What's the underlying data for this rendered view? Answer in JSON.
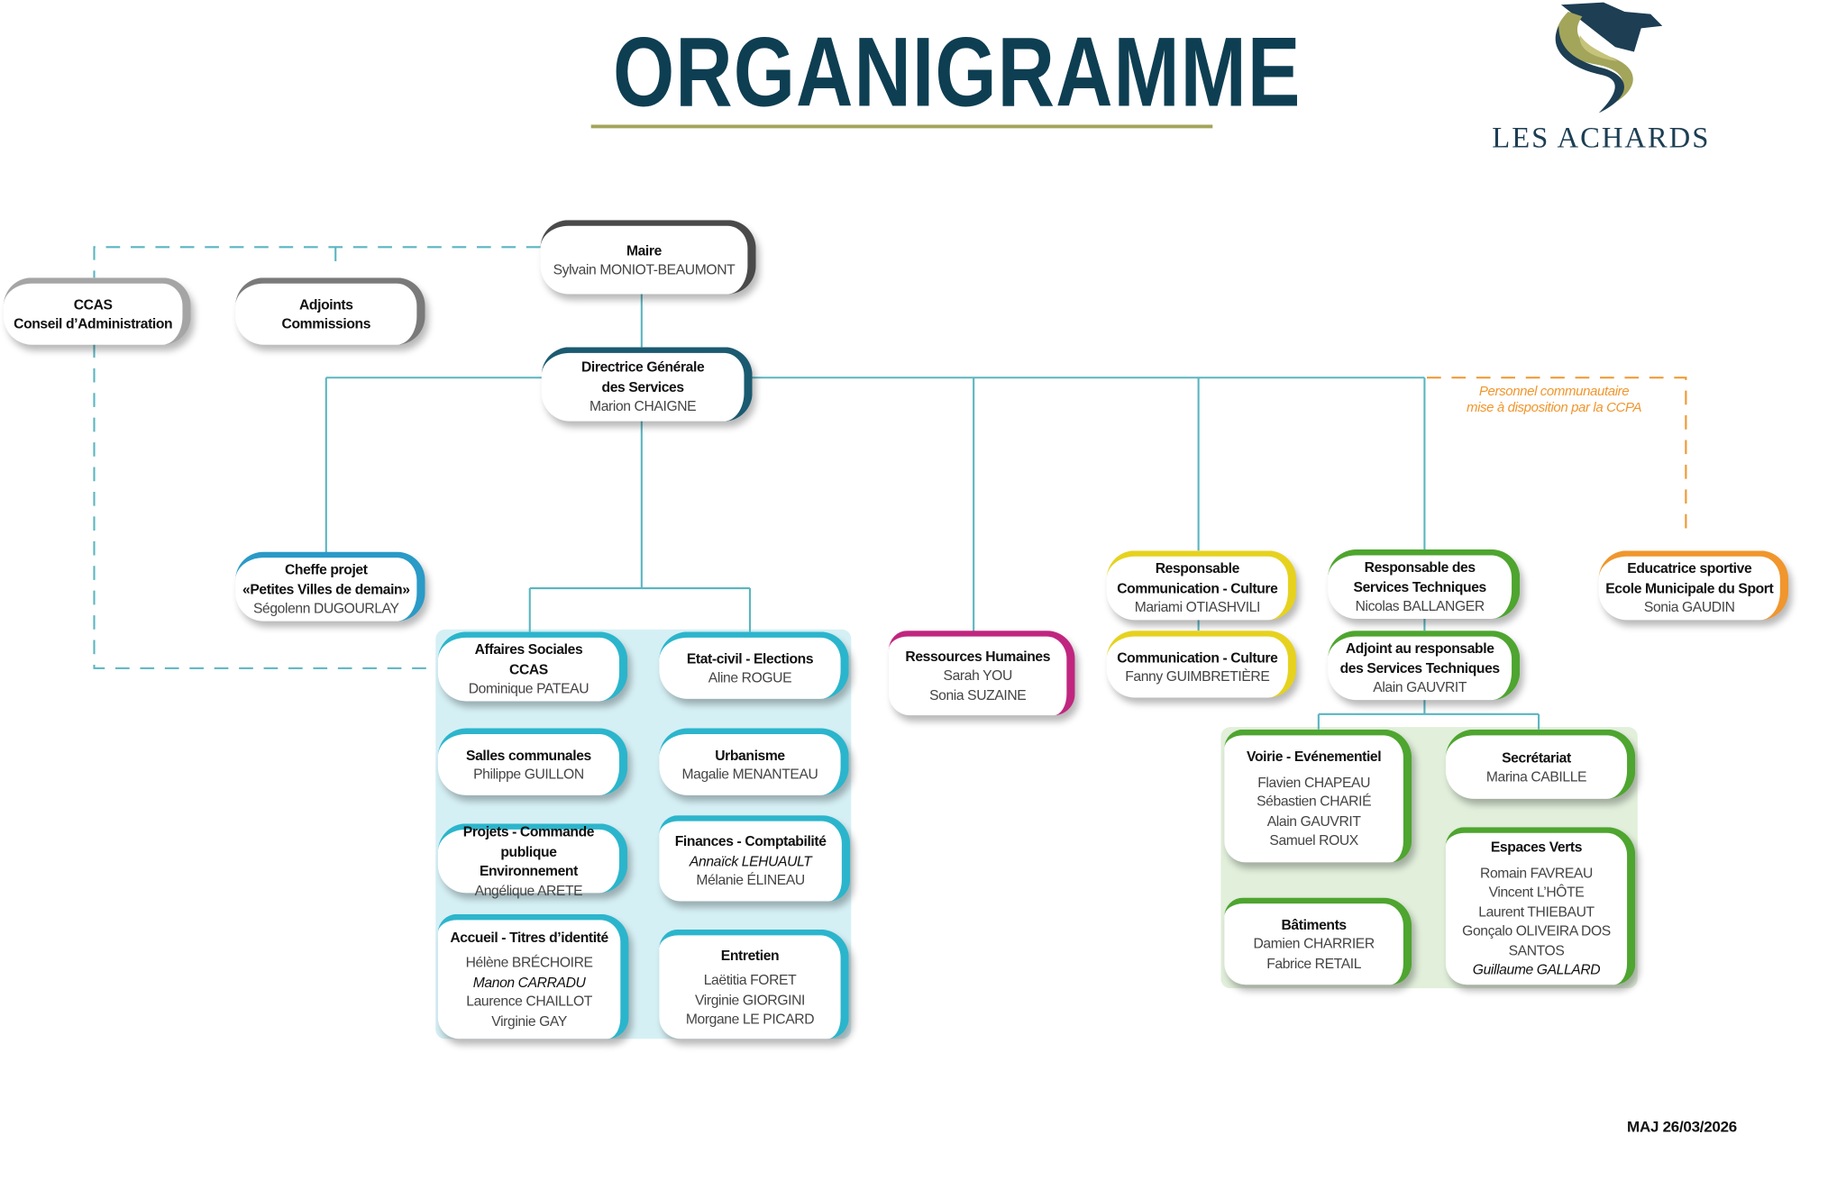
{
  "header": {
    "title": "ORGANIGRAMME",
    "logo_text": "LES ACHARDS"
  },
  "colors": {
    "line": "#5ab5c0",
    "ccpa": "#f0962d",
    "title": "#0e3e52",
    "services_bg": "#d5f0f5",
    "technique_bg": "#e1efdb"
  },
  "note": {
    "line1": "Personnel communautaire",
    "line2": "mise à disposition par la CCPA"
  },
  "update": "MAJ 26/03/2026",
  "boxes": [
    {
      "id": "maire",
      "color": "#4a4a4a",
      "titles": [
        "Maire"
      ],
      "names": [
        {
          "text": "Sylvain MONIOT-BEAUMONT"
        }
      ]
    },
    {
      "id": "ccas-ca",
      "color": "#a5a5a5",
      "titles": [
        "CCAS",
        "Conseil d’Administration"
      ],
      "names": []
    },
    {
      "id": "adjoints",
      "color": "#7a7a7a",
      "titles": [
        "Adjoints",
        "Commissions"
      ],
      "names": []
    },
    {
      "id": "dgs",
      "color": "#1b5a70",
      "titles": [
        "Directrice Générale",
        "des Services"
      ],
      "names": [
        {
          "text": "Marion CHAIGNE"
        }
      ]
    },
    {
      "id": "cheffe-projet",
      "color": "#2a9ac7",
      "titles": [
        "Cheffe projet",
        "«Petites Villes de demain»"
      ],
      "names": [
        {
          "text": "Ségolenn DUGOURLAY"
        }
      ]
    },
    {
      "id": "affaires-sociales",
      "color": "#2bb5cc",
      "titles": [
        "Affaires Sociales",
        "CCAS"
      ],
      "names": [
        {
          "text": "Dominique PATEAU"
        }
      ]
    },
    {
      "id": "etat-civil",
      "color": "#2bb5cc",
      "titles": [
        "Etat-civil - Elections"
      ],
      "names": [
        {
          "text": "Aline ROGUE"
        }
      ]
    },
    {
      "id": "salles",
      "color": "#2bb5cc",
      "titles": [
        "Salles communales"
      ],
      "names": [
        {
          "text": "Philippe GUILLON"
        }
      ]
    },
    {
      "id": "urbanisme",
      "color": "#2bb5cc",
      "titles": [
        "Urbanisme"
      ],
      "names": [
        {
          "text": "Magalie MENANTEAU"
        }
      ]
    },
    {
      "id": "projets",
      "color": "#2bb5cc",
      "titles": [
        "Projets - Commande publique",
        "Environnement"
      ],
      "names": [
        {
          "text": "Angélique ARETE"
        }
      ]
    },
    {
      "id": "finances",
      "color": "#2bb5cc",
      "titles": [
        "Finances - Comptabilité"
      ],
      "names": [
        {
          "text": "Annaïck LEHUAULT",
          "italic": true
        },
        {
          "text": "Mélanie ÉLINEAU"
        }
      ]
    },
    {
      "id": "accueil",
      "color": "#2bb5cc",
      "titles": [
        "Accueil - Titres d’identité"
      ],
      "gap": true,
      "names": [
        {
          "text": "Hélène BRÉCHOIRE"
        },
        {
          "text": "Manon CARRADU",
          "italic": true
        },
        {
          "text": "Laurence CHAILLOT"
        },
        {
          "text": "Virginie GAY"
        }
      ]
    },
    {
      "id": "entretien",
      "color": "#2bb5cc",
      "titles": [
        "Entretien"
      ],
      "gap": true,
      "names": [
        {
          "text": "Laëtitia FORET"
        },
        {
          "text": "Virginie GIORGINI"
        },
        {
          "text": "Morgane LE PICARD"
        }
      ]
    },
    {
      "id": "rh",
      "color": "#c0267f",
      "titles": [
        "Ressources Humaines"
      ],
      "names": [
        {
          "text": "Sarah YOU"
        },
        {
          "text": "Sonia SUZAINE"
        }
      ]
    },
    {
      "id": "resp-communication",
      "color": "#e6d21e",
      "titles": [
        "Responsable",
        "Communication - Culture"
      ],
      "names": [
        {
          "text": "Mariami OTIASHVILI"
        }
      ]
    },
    {
      "id": "communication",
      "color": "#e6d21e",
      "titles": [
        "Communication - Culture"
      ],
      "names": [
        {
          "text": "Fanny GUIMBRETIÈRE"
        }
      ]
    },
    {
      "id": "resp-st",
      "color": "#4ea52f",
      "titles": [
        "Responsable des",
        "Services Techniques"
      ],
      "names": [
        {
          "text": "Nicolas BALLANGER"
        }
      ]
    },
    {
      "id": "adjoint-st",
      "color": "#4ea52f",
      "titles": [
        "Adjoint au responsable",
        "des Services Techniques"
      ],
      "names": [
        {
          "text": "Alain GAUVRIT"
        }
      ]
    },
    {
      "id": "educatrice",
      "color": "#f0962d",
      "titles": [
        "Educatrice sportive",
        "Ecole Municipale du Sport"
      ],
      "names": [
        {
          "text": "Sonia GAUDIN"
        }
      ]
    },
    {
      "id": "voirie",
      "color": "#4ea52f",
      "titles": [
        "Voirie - Evénementiel"
      ],
      "gap": true,
      "names": [
        {
          "text": "Flavien CHAPEAU"
        },
        {
          "text": "Sébastien CHARIÉ"
        },
        {
          "text": "Alain GAUVRIT"
        },
        {
          "text": "Samuel ROUX"
        }
      ]
    },
    {
      "id": "secretariat",
      "color": "#4ea52f",
      "titles": [
        "Secrétariat"
      ],
      "names": [
        {
          "text": "Marina CABILLE"
        }
      ]
    },
    {
      "id": "batiments",
      "color": "#4ea52f",
      "titles": [
        "Bâtiments"
      ],
      "names": [
        {
          "text": "Damien CHARRIER"
        },
        {
          "text": "Fabrice RETAIL"
        }
      ]
    },
    {
      "id": "espaces-verts",
      "color": "#4ea52f",
      "titles": [
        "Espaces Verts"
      ],
      "gap": true,
      "names": [
        {
          "text": "Romain FAVREAU"
        },
        {
          "text": "Vincent L’HÔTE"
        },
        {
          "text": "Laurent THIEBAUT"
        },
        {
          "text": "Gonçalo OLIVEIRA DOS SANTOS"
        },
        {
          "text": "Guillaume GALLARD",
          "italic": true
        }
      ]
    }
  ]
}
